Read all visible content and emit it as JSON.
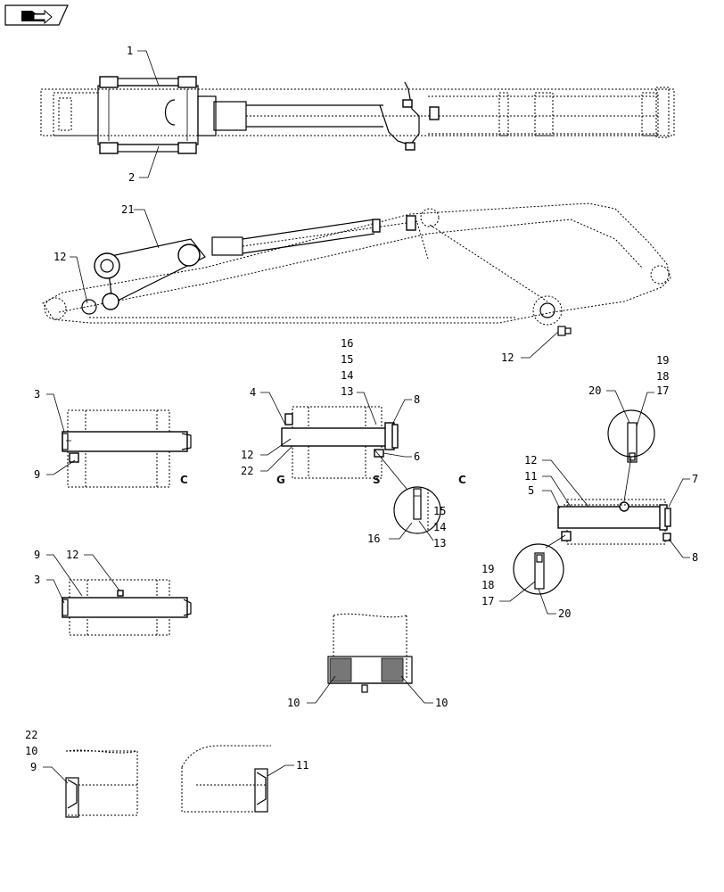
{
  "nav_icon": "folder-arrow-icon",
  "watermark": {
    "letters": [
      "C",
      "G",
      "S",
      "C"
    ],
    "colors": [
      "#4f8ff0",
      "#f07a70",
      "#f5c842",
      "#3ea872"
    ]
  },
  "callouts": {
    "top_1": "1",
    "top_2": "2",
    "boom_21": "21",
    "boom_12a": "12",
    "boom_12b": "12",
    "p1_3": "3",
    "p1_9": "9",
    "p2_16": "16",
    "p2_15": "15",
    "p2_14": "14",
    "p2_13": "13",
    "p2_4": "4",
    "p2_8": "8",
    "p2_12": "12",
    "p2_22": "22",
    "p2_6": "6",
    "p2_det_15": "15",
    "p2_det_14": "14",
    "p2_det_13": "13",
    "p2_det_16": "16",
    "p3_19a": "19",
    "p3_18a": "18",
    "p3_20a": "20",
    "p3_17a": "17",
    "p3_12": "12",
    "p3_11": "11",
    "p3_5": "5",
    "p3_7": "7",
    "p3_8": "8",
    "p3_19b": "19",
    "p3_18b": "18",
    "p3_17b": "17",
    "p3_20b": "20",
    "p4_9": "9",
    "p4_12": "12",
    "p4_3": "3",
    "bush_10a": "10",
    "bush_10b": "10",
    "sec_22": "22",
    "sec_10": "10",
    "sec_9": "9",
    "sec_11": "11"
  }
}
